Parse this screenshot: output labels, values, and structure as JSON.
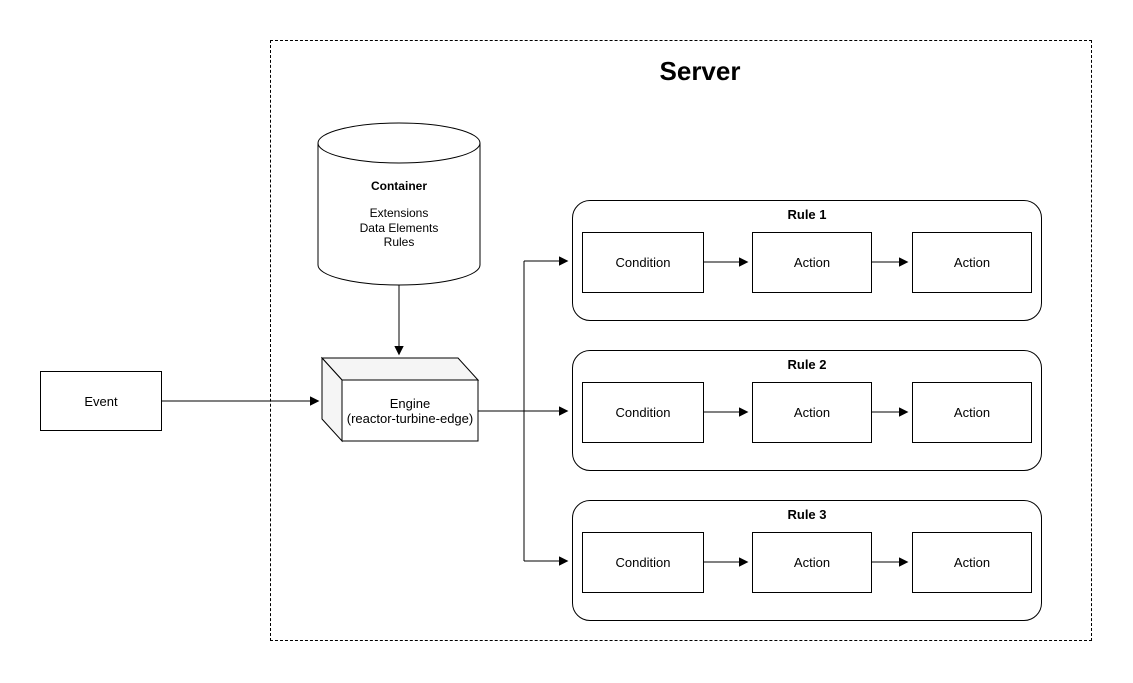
{
  "diagram": {
    "server_label": "Server",
    "event_label": "Event",
    "container_node": {
      "title": "Container",
      "items": [
        "Extensions",
        "Data Elements",
        "Rules"
      ]
    },
    "engine_node": {
      "name": "Engine",
      "subtitle": "(reactor-turbine-edge)"
    },
    "rules": [
      {
        "title": "Rule 1",
        "steps": [
          "Condition",
          "Action",
          "Action"
        ]
      },
      {
        "title": "Rule 2",
        "steps": [
          "Condition",
          "Action",
          "Action"
        ]
      },
      {
        "title": "Rule 3",
        "steps": [
          "Condition",
          "Action",
          "Action"
        ]
      }
    ],
    "colors": {
      "stroke": "#000000",
      "node_fill": "#ffffff",
      "cube_shade": "#f5f5f5"
    }
  }
}
